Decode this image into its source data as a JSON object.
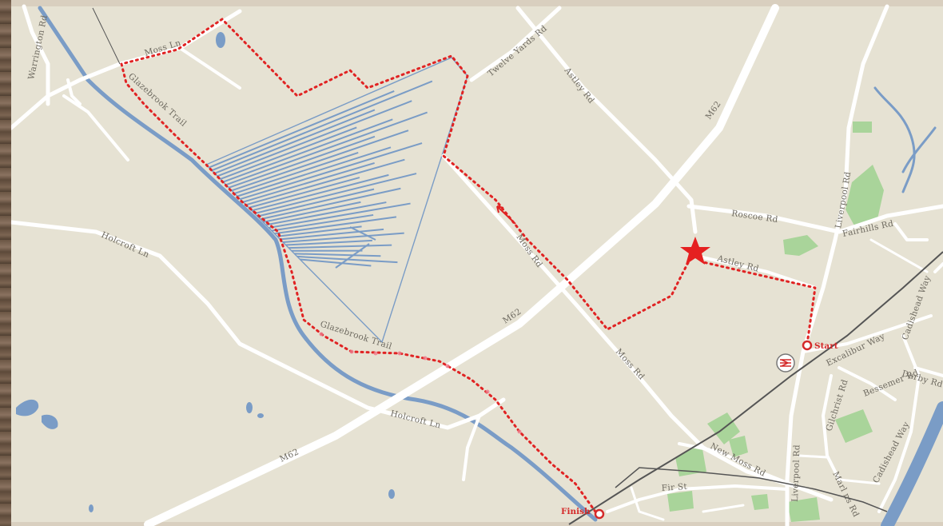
{
  "map": {
    "colors": {
      "land": "#e6e2d3",
      "road": "#ffffff",
      "water": "#7a9cc6",
      "park": "#a9d49a",
      "rail": "#555555",
      "route": "#e02323",
      "label": "#6e6a60",
      "frame": "#d9cfbf"
    },
    "labels": {
      "moss_ln": "Moss Ln",
      "warrington_rd": "Warrington Rd",
      "glazebrook_trail_top": "Glazebrook Trail",
      "glazebrook_trail_bottom": "Glazebrook Trail",
      "twelve_yards_rd": "Twelve Yards Rd",
      "astley_rd_top": "Astley Rd",
      "astley_rd_right": "Astley Rd",
      "m62_top": "M62",
      "m62_mid": "M62",
      "m62_bottom": "M62",
      "holcroft_ln_left": "Holcroft Ln",
      "holcroft_ln_bottom": "Holcroft Ln",
      "moss_rd_mid": "Moss Rd",
      "moss_rd_lower": "Moss Rd",
      "new_moss_rd": "New Moss Rd",
      "roscoe_rd": "Roscoe Rd",
      "liverpool_rd_top": "Liverpool Rd",
      "liverpool_rd_bottom": "Liverpool Rd",
      "fairhills_rd": "Fairhills Rd",
      "excalibur_way": "Excalibur Way",
      "cadishead_way_top": "Cadishead Way",
      "cadishead_way_bottom": "Cadishead Way",
      "darby_rd": "Darby Rd",
      "bessemer_rd": "Bessemer Rd",
      "gilchrist_rd": "Gilchrist Rd",
      "marlin_rd": "Marl ns Rd",
      "fir_st": "Fir St"
    },
    "route": {
      "start_label": "Start",
      "finish_label": "Finish"
    },
    "icons": {
      "station": "rail-station-icon",
      "highlight": "star-icon",
      "direction": "direction-arrow-icon"
    }
  }
}
